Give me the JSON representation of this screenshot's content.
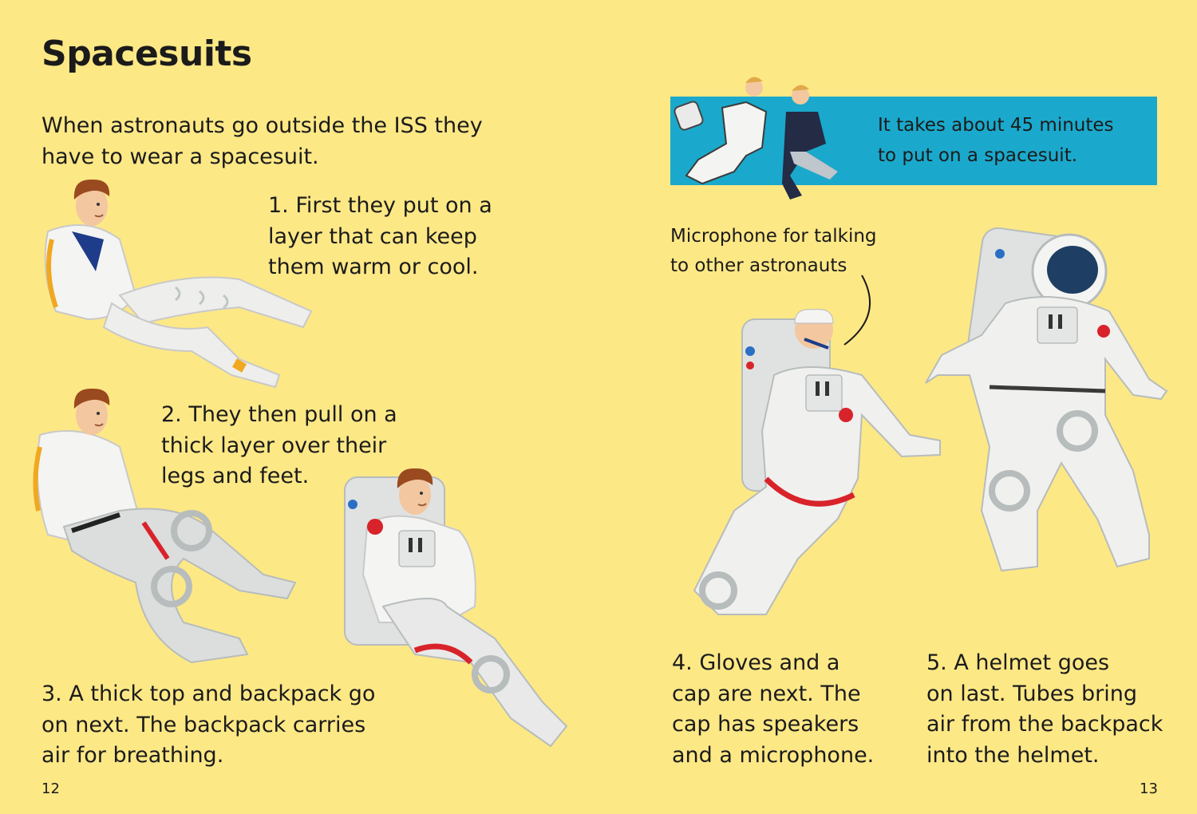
{
  "page": {
    "title": "Spacesuits",
    "intro": "When astronauts go outside the ISS they\nhave to wear a spacesuit.",
    "steps": [
      {
        "text": "1. First they put on a\nlayer that can keep\nthem warm or cool."
      },
      {
        "text": "2. They then pull on a\nthick layer over their\nlegs and feet."
      },
      {
        "text": "3. A thick top and backpack go\non next. The backpack carries\nair for breathing."
      },
      {
        "text": "4. Gloves and a\ncap are next. The\ncap has speakers\nand a microphone."
      },
      {
        "text": "5. A helmet goes\non last. Tubes bring\nair from the backpack\ninto the helmet."
      }
    ],
    "fact": "It takes about 45 minutes\nto put on a spacesuit.",
    "callout": "Microphone for talking\nto other astronauts",
    "page_left": "12",
    "page_right": "13"
  },
  "colors": {
    "background": "#fde886",
    "fact_box": "#1aa9cc",
    "suit": "#f4f4f2",
    "suit_shade": "#bfc6c6",
    "stripe_red": "#d8232a",
    "hair": "#9a4a1f",
    "skin": "#f3c7a0",
    "scarf": "#1f3c8a"
  },
  "icons": [
    "astronaut-inner-layer-illustration",
    "astronaut-leg-layer-illustration",
    "astronaut-top-backpack-illustration",
    "astronaut-gloves-cap-illustration",
    "astronaut-helmet-illustration",
    "floating-crew-illustration"
  ]
}
